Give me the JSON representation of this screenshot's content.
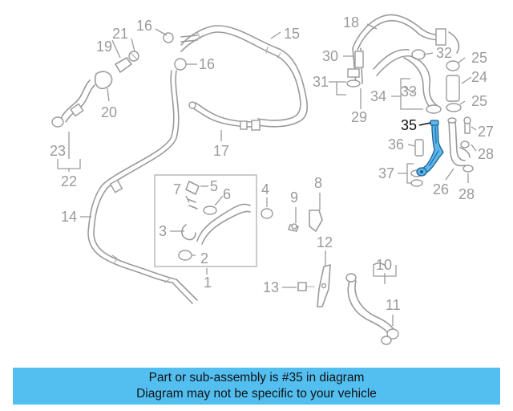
{
  "diagram": {
    "callouts": {
      "c1": "1",
      "c2": "2",
      "c3": "3",
      "c4": "4",
      "c5": "5",
      "c6": "6",
      "c7": "7",
      "c8": "8",
      "c9": "9",
      "c10": "10",
      "c11": "11",
      "c12": "12",
      "c13": "13",
      "c14": "14",
      "c15": "15",
      "c16a": "16",
      "c16b": "16",
      "c17": "17",
      "c18": "18",
      "c19": "19",
      "c20": "20",
      "c21": "21",
      "c22": "22",
      "c23": "23",
      "c24": "24",
      "c25a": "25",
      "c25b": "25",
      "c26": "26",
      "c27": "27",
      "c28a": "28",
      "c28b": "28",
      "c29": "29",
      "c30": "30",
      "c31": "31",
      "c32": "32",
      "c33": "33",
      "c34": "34",
      "c35": "35",
      "c36": "36",
      "c37": "37"
    },
    "highlight_color": "#5bb8e8",
    "line_color": "#9a9a9a"
  },
  "caption": {
    "line1": "Part or sub-assembly is #35 in diagram",
    "line2": "Diagram may not be specific to your vehicle",
    "background": "#53bff0"
  }
}
